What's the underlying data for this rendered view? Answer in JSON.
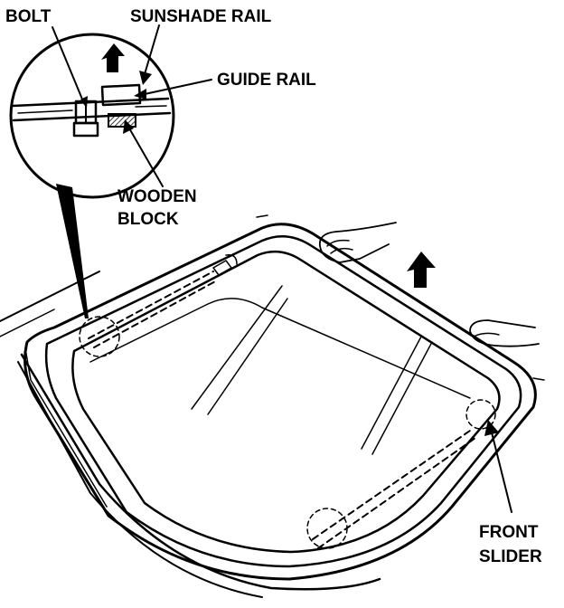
{
  "labels": {
    "bolt": "BOLT",
    "sunshade_rail": "SUNSHADE RAIL",
    "guide_rail": "GUIDE RAIL",
    "wooden_block_1": "WOODEN",
    "wooden_block_2": "BLOCK",
    "front_slider_1": "FRONT",
    "front_slider_2": "SLIDER"
  },
  "colors": {
    "ink": "#000000",
    "paper": "#ffffff"
  },
  "icons": [
    "up-arrow-icon",
    "callout-arrow-icon",
    "hand-icon"
  ]
}
